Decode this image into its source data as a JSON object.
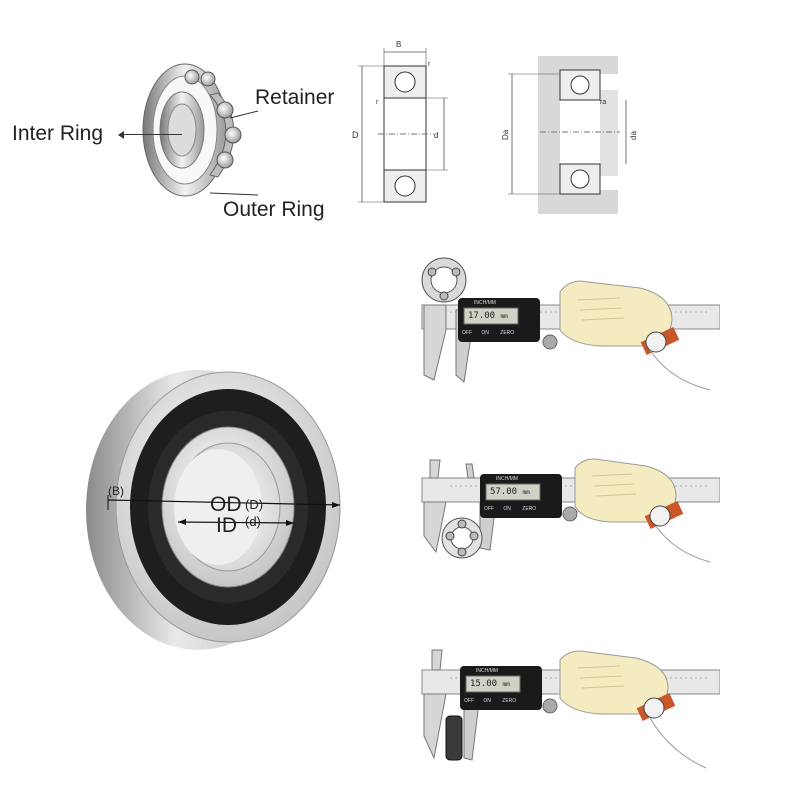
{
  "labels": {
    "retainer": "Retainer",
    "inner_ring": "Inter Ring",
    "outer_ring": "Outer Ring",
    "od": "OD",
    "od_sym": "(D)",
    "id": "ID",
    "id_sym": "(d)",
    "width": "(B)"
  },
  "dimension_drawing": {
    "B": "B",
    "r_top": "r",
    "r_left": "r",
    "D": "D",
    "d": "d"
  },
  "mounting_drawing": {
    "Da": "Da",
    "ra": "ra",
    "da": "da"
  },
  "calipers": [
    {
      "reading": "17.00",
      "unit": "mm"
    },
    {
      "reading": "57.00",
      "unit": "mm"
    },
    {
      "reading": "15.00",
      "unit": "mm"
    }
  ],
  "caliper_buttons": {
    "off": "OFF",
    "on": "ON",
    "zero": "ZERO",
    "mode": "INCH/MM"
  },
  "colors": {
    "steel_light": "#e8e8e8",
    "steel_dark": "#9a9a9a",
    "seal_black": "#1e1e1e",
    "glove": "#f4ecc0",
    "watch_strap": "#c9572a",
    "lcd": "#cfd3c6"
  }
}
